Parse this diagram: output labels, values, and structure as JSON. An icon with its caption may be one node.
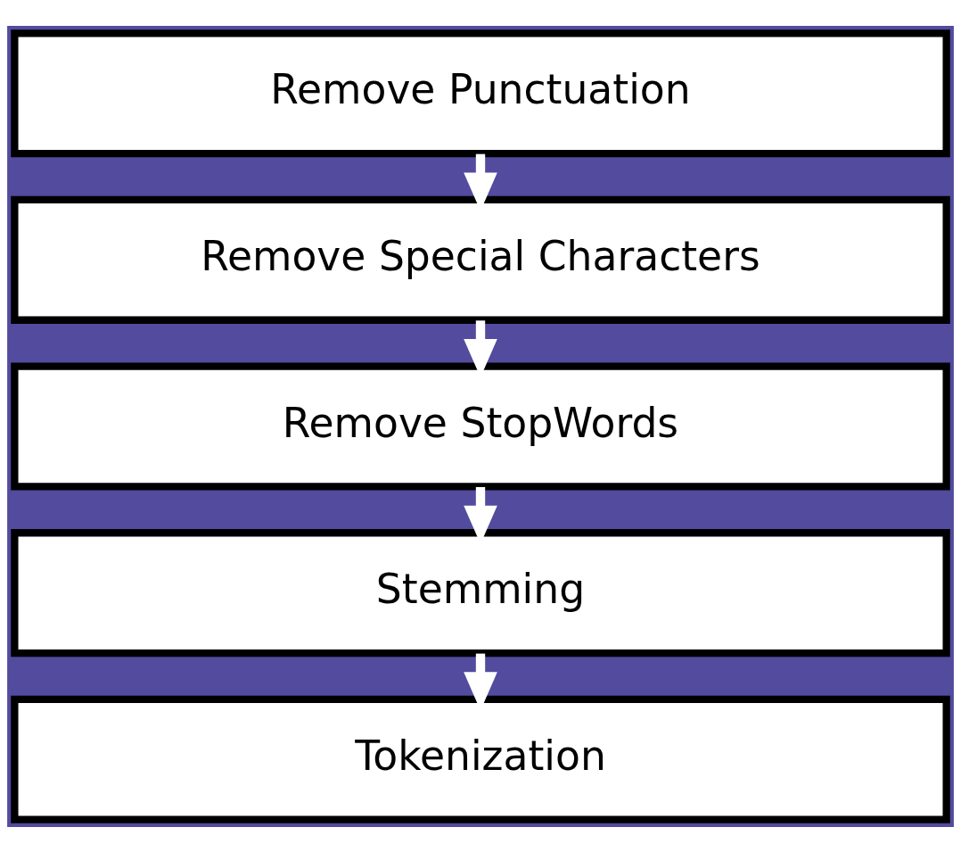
{
  "diagram": {
    "nodes": [
      {
        "text": [
          "Remove Punctuation"
        ]
      },
      {
        "text": [
          "Remove Special Characters"
        ]
      },
      {
        "text": [
          "Remove StopWords"
        ]
      },
      {
        "text": [
          "Stemming"
        ]
      },
      {
        "text": [
          "Tokenization"
        ]
      }
    ],
    "edges": [
      {
        "from": 0,
        "to": 1,
        "arrow": "to"
      },
      {
        "from": 1,
        "to": 2,
        "arrow": "to"
      },
      {
        "from": 2,
        "to": 3,
        "arrow": "to"
      },
      {
        "from": 3,
        "to": 4,
        "arrow": "to"
      }
    ]
  }
}
